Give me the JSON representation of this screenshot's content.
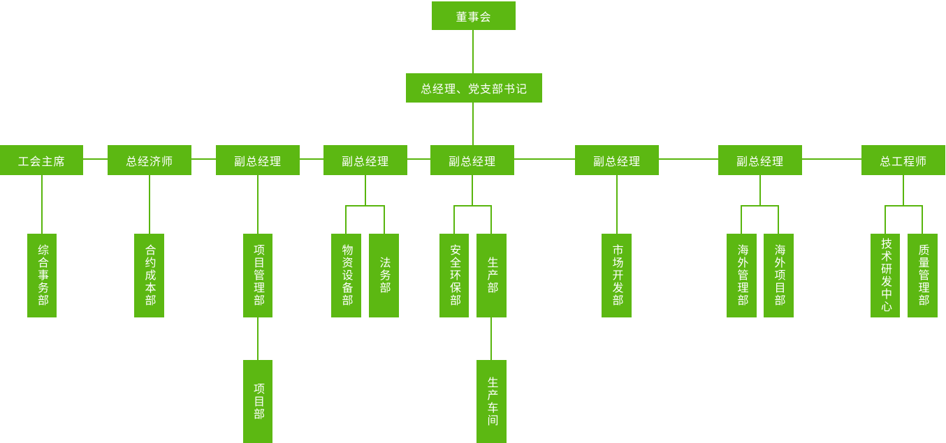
{
  "diagram": {
    "type": "org-chart",
    "colors": {
      "node_fill": "#5cb812",
      "connector": "#58b50d",
      "node_text": "#ffffff",
      "background": "#ffffff"
    },
    "org": {
      "nodes": [
        {
          "id": "board",
          "label": "董事会",
          "reports_to": null
        },
        {
          "id": "gm",
          "label": "总经理、党支部书记",
          "reports_to": "board"
        },
        {
          "id": "union-chairman",
          "label": "工会主席",
          "reports_to": "gm"
        },
        {
          "id": "chief-economist",
          "label": "总经济师",
          "reports_to": "gm"
        },
        {
          "id": "deputy-gm-1",
          "label": "副总经理",
          "reports_to": "gm"
        },
        {
          "id": "deputy-gm-2",
          "label": "副总经理",
          "reports_to": "gm"
        },
        {
          "id": "deputy-gm-3",
          "label": "副总经理",
          "reports_to": "gm"
        },
        {
          "id": "deputy-gm-4",
          "label": "副总经理",
          "reports_to": "gm"
        },
        {
          "id": "deputy-gm-5",
          "label": "副总经理",
          "reports_to": "gm"
        },
        {
          "id": "chief-engineer",
          "label": "总工程师",
          "reports_to": "gm"
        },
        {
          "id": "general-affairs",
          "label": "综合事务部",
          "reports_to": "union-chairman"
        },
        {
          "id": "contract-cost",
          "label": "合约成本部",
          "reports_to": "chief-economist"
        },
        {
          "id": "project-management",
          "label": "项目管理部",
          "reports_to": "deputy-gm-1"
        },
        {
          "id": "materials-equipment",
          "label": "物资设备部",
          "reports_to": "deputy-gm-2"
        },
        {
          "id": "legal",
          "label": "法务部",
          "reports_to": "deputy-gm-2"
        },
        {
          "id": "safety-environment",
          "label": "安全环保部",
          "reports_to": "deputy-gm-3"
        },
        {
          "id": "production",
          "label": "生产部",
          "reports_to": "deputy-gm-3"
        },
        {
          "id": "market-development",
          "label": "市场开发部",
          "reports_to": "deputy-gm-4"
        },
        {
          "id": "overseas-management",
          "label": "海外管理部",
          "reports_to": "deputy-gm-5"
        },
        {
          "id": "overseas-project",
          "label": "海外项目部",
          "reports_to": "deputy-gm-5"
        },
        {
          "id": "tech-rd-center",
          "label": "技术研发中心",
          "reports_to": "chief-engineer"
        },
        {
          "id": "quality-management",
          "label": "质量管理部",
          "reports_to": "chief-engineer"
        },
        {
          "id": "project-dept",
          "label": "项目部",
          "reports_to": "project-management"
        },
        {
          "id": "production-workshop",
          "label": "生产车间",
          "reports_to": "production"
        }
      ]
    }
  }
}
